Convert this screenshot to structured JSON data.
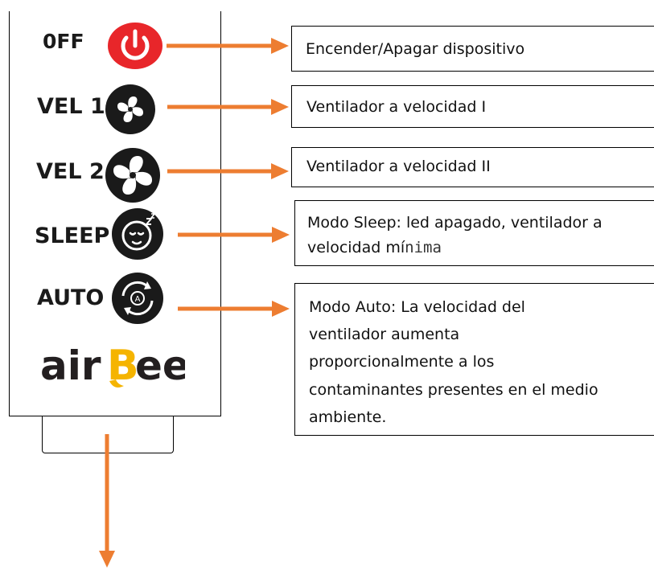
{
  "labels": {
    "off": "0FF",
    "vel1": "VEL 1",
    "vel2": "VEL 2",
    "sleep": "SLEEP",
    "auto": "AUTO"
  },
  "logo": {
    "part1": "air",
    "part2": "B",
    "part3": "ee"
  },
  "callouts": {
    "power": "Encender/Apagar dispositivo",
    "vel1": "Ventilador a velocidad I",
    "vel2": "Ventilador a velocidad II",
    "sleep_line1": "Modo Sleep: led apagado, ventilador a",
    "sleep_line2a": "velocidad mí",
    "sleep_line2b": "nima",
    "auto_line1": "Modo Auto: La velocidad del",
    "auto_line2": "ventilador aumenta",
    "auto_line3": "proporcionalmente a los",
    "auto_line4": "contaminantes presentes en el medio",
    "auto_line5": "ambiente."
  },
  "icons": {
    "power": "power-icon",
    "fan1": "fan-icon",
    "fan2": "fan-icon",
    "sleep": "sleep-face-icon",
    "auto": "auto-cycle-icon"
  },
  "colors": {
    "power_red": "#e8262a",
    "button_black": "#1a1a1a",
    "arrow_orange": "#ed7d31",
    "logo_text": "#231f20",
    "logo_bee": "#f5b400"
  }
}
